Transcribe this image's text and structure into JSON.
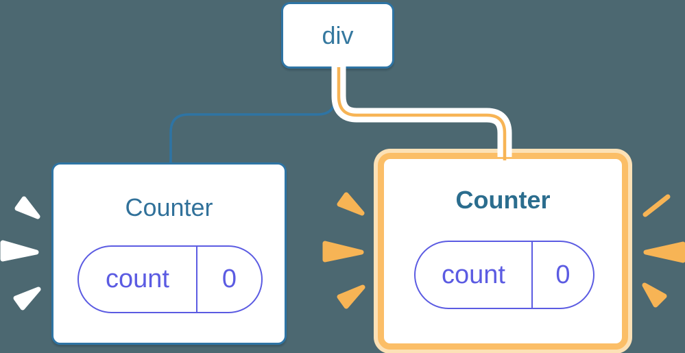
{
  "diagram": {
    "description": "component tree",
    "background_color": "#4C6871",
    "root": {
      "label": "div"
    },
    "children": [
      {
        "id": "counter-left",
        "title": "Counter",
        "highlighted": false,
        "state": {
          "key": "count",
          "value": "0"
        },
        "connector_color": "#2E74A4",
        "spark_color": "#FFFFFF"
      },
      {
        "id": "counter-right",
        "title": "Counter",
        "highlighted": true,
        "state": {
          "key": "count",
          "value": "0"
        },
        "connector_color": "#F7B455",
        "connector_casing_color": "#FFFFFF",
        "highlight_border_color": "#FBBE67",
        "highlight_glow_color": "#FCE1B6",
        "spark_color": "#F7B455"
      }
    ],
    "node_border_color": "#2E74A4",
    "node_title_color": "#31719A",
    "state_pill_color": "#5B5BE2"
  }
}
